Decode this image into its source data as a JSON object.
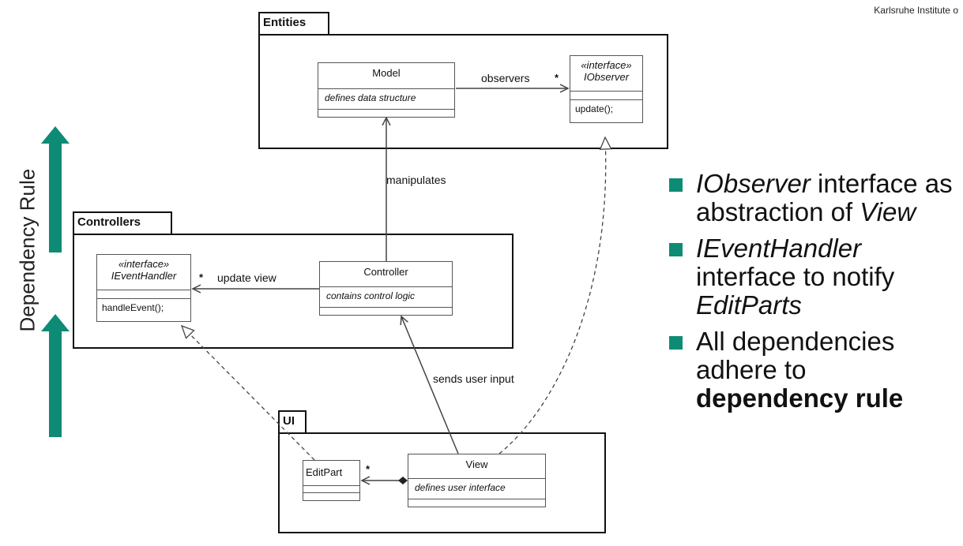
{
  "header": {
    "institute": "Karlsruhe Institute o"
  },
  "side_label": "Dependency Rule",
  "packages": {
    "entities": "Entities",
    "controllers": "Controllers",
    "ui": "UI"
  },
  "classes": {
    "model": {
      "name": "Model",
      "attr": "defines data structure"
    },
    "iobserver": {
      "stereotype": "«interface»",
      "name": "IObserver",
      "op": "update();"
    },
    "ieventhandler": {
      "stereotype": "«interface»",
      "name": "IEventHandler",
      "op": "handleEvent();"
    },
    "controller": {
      "name": "Controller",
      "attr": "contains control logic"
    },
    "editpart": {
      "name": "EditPart"
    },
    "view": {
      "name": "View",
      "attr": "defines user interface"
    }
  },
  "edges": {
    "observers": "observers",
    "manipulates": "manipulates",
    "update_view": "update view",
    "sends_user_input": "sends user input",
    "mult": "*"
  },
  "bullets": [
    {
      "i1": "IObserver",
      "t1": " interface as abstraction of ",
      "i2": "View"
    },
    {
      "i1": "IEventHandler",
      "t1": " interface to notify ",
      "i2": "EditParts"
    },
    {
      "t1": "All dependencies adhere to ",
      "b1": "dependency rule"
    }
  ],
  "colors": {
    "accent_teal": "#0e8b75"
  }
}
